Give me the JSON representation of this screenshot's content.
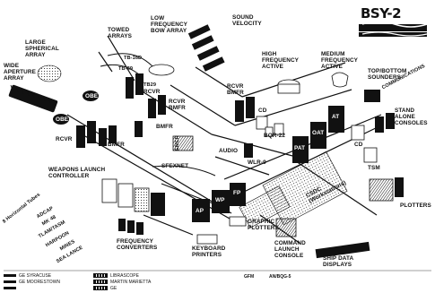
{
  "logo": {
    "text": "BSY-2"
  },
  "labels": {
    "large_spherical_array": "LARGE\nSPHERICAL\nARRAY",
    "wide_aperture_array": "WIDE\nAPERTURE\nARRAY",
    "towed_arrays": "TOWED\nARRAYS",
    "low_freq_bow": "LOW\nFREQUENCY\nBOW ARRAY",
    "sound_velocity": "SOUND\nVELOCITY",
    "tb16d": "TB-16D",
    "tb29": "TB-29",
    "tb29b": "TB29",
    "rcvr_top": "RCVR",
    "rcvr_bmfr": "RCVR\nBMFR",
    "rcvr_bmfr2": "RCVR\nBMFR",
    "bmfr": "BMFR",
    "rcvr_left": "RCVR",
    "bmfr2": "BMFR",
    "obe1": "OBE",
    "obe2": "OBE",
    "high_freq": "HIGH\nFREQUENCY\nACTIVE",
    "medium_freq": "MEDIUM\nFREQUENCY\nACTIVE",
    "top_bottom": "TOP/BOTTOM\nSOUNDERS",
    "communications": "COMMUNICATIONS",
    "stand_alone": "STAND\nALONE\nCONSOLES",
    "bqr22": "BQR-22",
    "wlr9": "WLR-9",
    "audio": "AUDIO",
    "oat": "OAT",
    "at": "AT",
    "pat": "PAT",
    "cd1": "CD",
    "cd2": "CD",
    "tsm": "TSM",
    "plotters": "PLOTTERS",
    "ship_data": "SHIP DATA\nDISPLAYS",
    "csdc": "CSDC\n(Workstations)",
    "command_launch": "COMMAND\nLAUNCH\nCONSOLE",
    "weapons_launch": "WEAPONS LAUNCH\nCONTROLLER",
    "horizontal_tubes": "8 Horizontal Tubes",
    "adcap": "ADCAP",
    "mk48": "MK 48",
    "tlam": "TLAM/TASM",
    "harpoon": "HARPOON",
    "mines": "MINES",
    "sea_lance": "SEA LANCE",
    "sfexnet": "SFEXNET",
    "ap": "AP",
    "wp": "WP",
    "fp": "FP",
    "graphic_plotters": "GRAPHIC\nPLOTTERS",
    "keyboard_printers": "KEYBOARD\nPRINTERS",
    "frequency_converters": "FREQUENCY\nCONVERTERS",
    "emcr": "EMCR"
  },
  "legend": {
    "left": [
      "GE SYRACUSE",
      "GE MOORESTOWN",
      ""
    ],
    "right": [
      "LIBRASCOPE",
      "MARTIN MARIETTA",
      "GE"
    ],
    "gfm": "GFM",
    "anbqg": "AN/BQG-5"
  },
  "colors": {
    "ink": "#111111",
    "paper": "#ffffff"
  }
}
